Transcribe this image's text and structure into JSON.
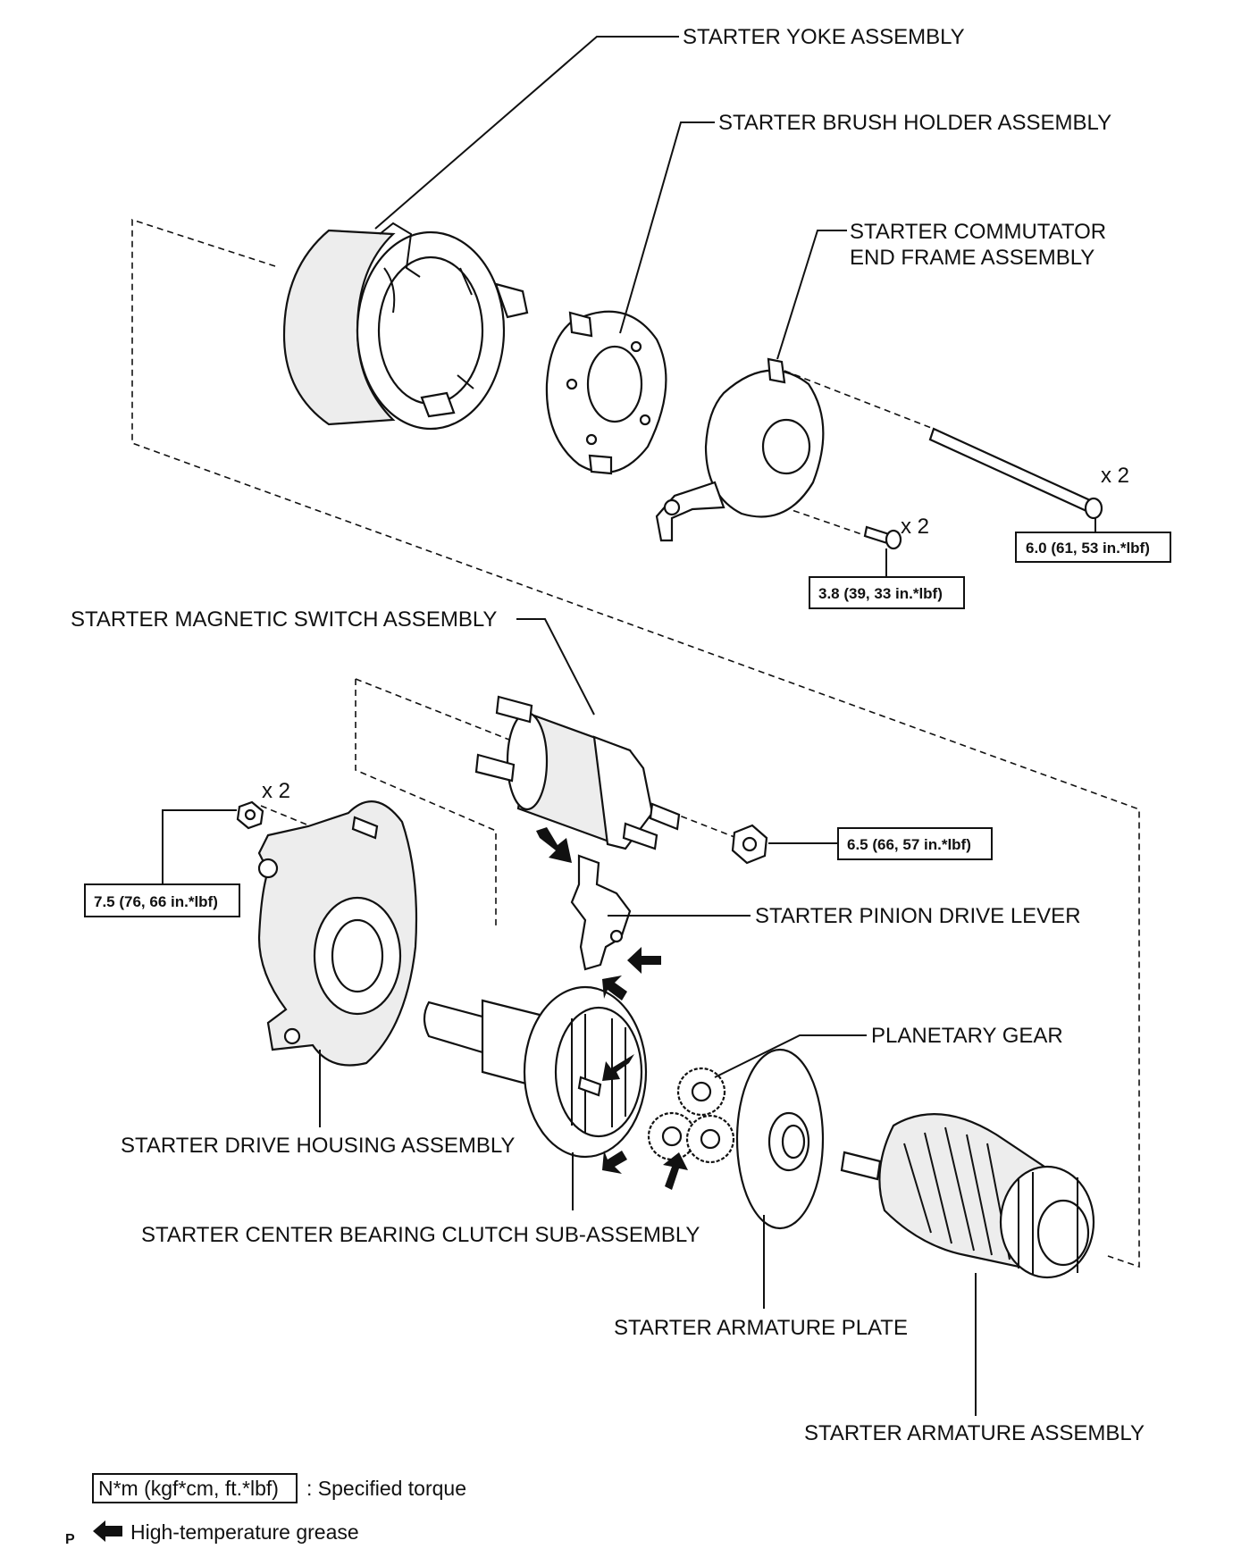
{
  "labels": {
    "yoke": "STARTER YOKE ASSEMBLY",
    "brush_holder": "STARTER BRUSH HOLDER ASSEMBLY",
    "commutator_line1": "STARTER COMMUTATOR",
    "commutator_line2": "END FRAME ASSEMBLY",
    "magnetic_switch": "STARTER MAGNETIC SWITCH ASSEMBLY",
    "pinion_lever": "STARTER PINION DRIVE LEVER",
    "planetary_gear": "PLANETARY GEAR",
    "drive_housing": "STARTER DRIVE HOUSING ASSEMBLY",
    "center_bearing": "STARTER CENTER BEARING CLUTCH SUB-ASSEMBLY",
    "armature_plate": "STARTER ARMATURE PLATE",
    "armature_assy": "STARTER ARMATURE ASSEMBLY"
  },
  "quantities": {
    "through_bolt": "x 2",
    "end_frame_screw": "x 2",
    "housing_nut": "x 2"
  },
  "torques": {
    "through_bolt": "6.0 (61, 53 in.*lbf)",
    "end_frame_screw": "3.8 (39, 33 in.*lbf)",
    "switch_nut": "6.5 (66, 57 in.*lbf)",
    "housing_nut": "7.5 (76, 66 in.*lbf)"
  },
  "legend": {
    "torque_box": "N*m (kgf*cm, ft.*lbf)",
    "torque_desc": ": Specified torque",
    "grease_desc": "High-temperature grease"
  },
  "page_code": "P"
}
